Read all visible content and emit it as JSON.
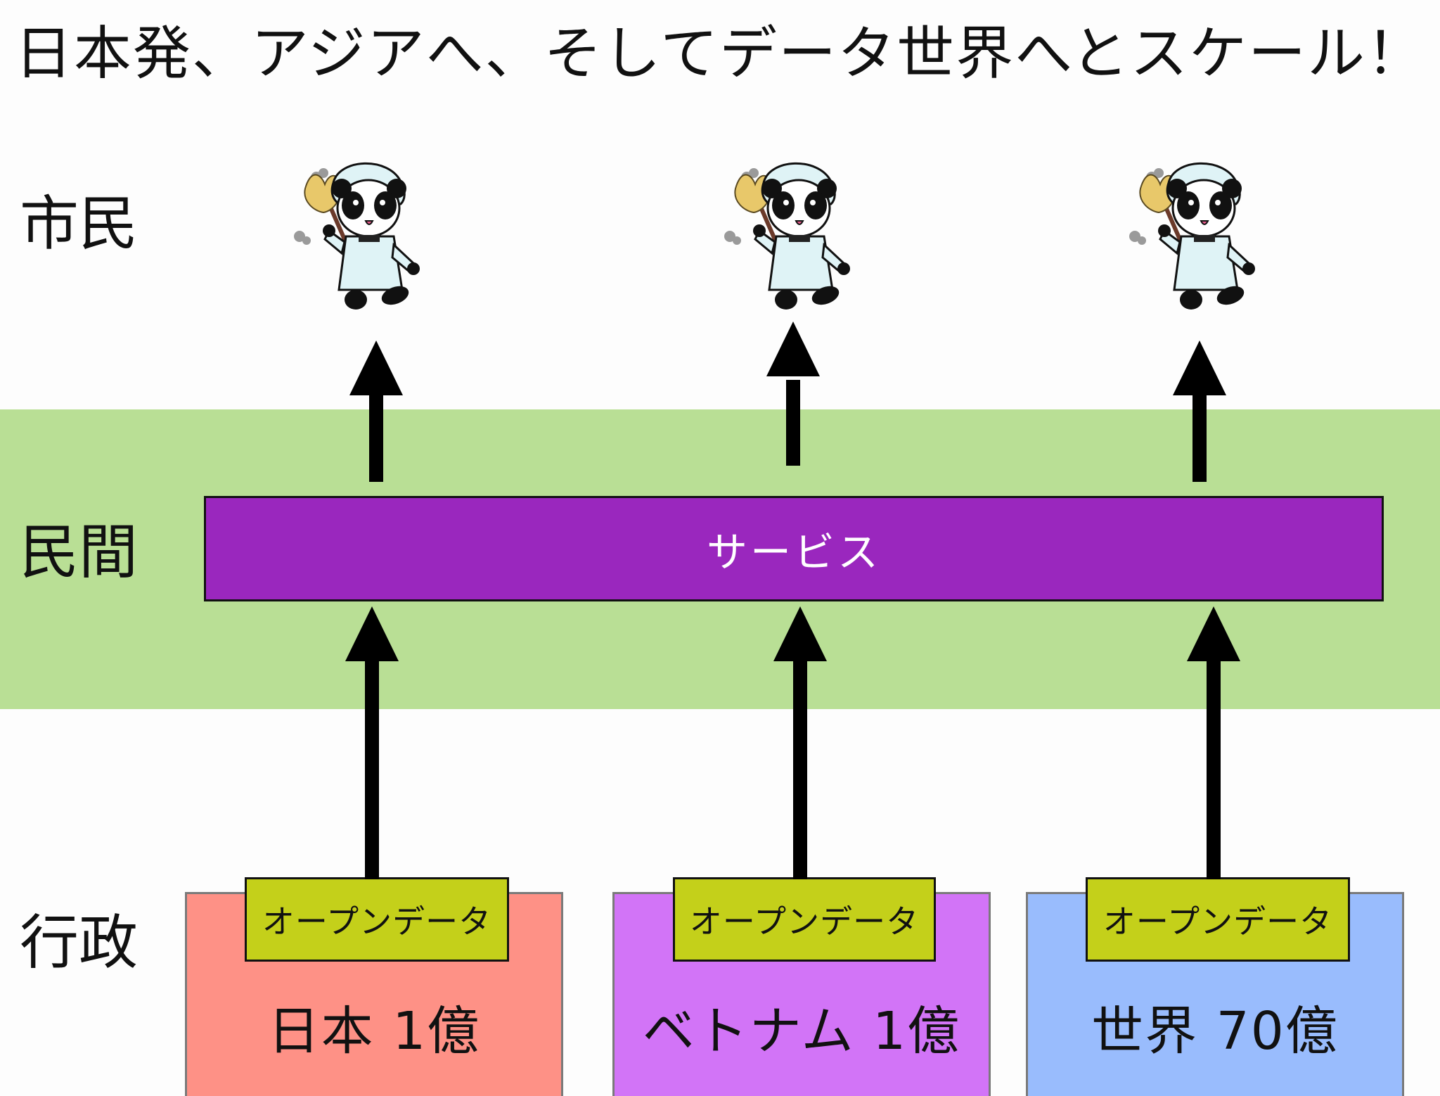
{
  "title": "日本発、アジアへ、そしてデータ世界へとスケール！",
  "layers": {
    "citizen": "市民",
    "private": "民間",
    "government": "行政"
  },
  "service_label": "サービス",
  "open_data_label": "オープンデータ",
  "regions": [
    {
      "label": "日本 1億",
      "color": "#fe9186"
    },
    {
      "label": "ベトナム 1億",
      "color": "#d274f7"
    },
    {
      "label": "世界 70億",
      "color": "#99bcfd"
    }
  ],
  "colors": {
    "private_band": "#b9df95",
    "service_bar": "#9a27be",
    "open_data_box": "#c4d01a",
    "arrows": "#000000"
  },
  "characters": [
    "panda-cleaning-icon",
    "panda-cleaning-icon",
    "panda-cleaning-icon"
  ]
}
